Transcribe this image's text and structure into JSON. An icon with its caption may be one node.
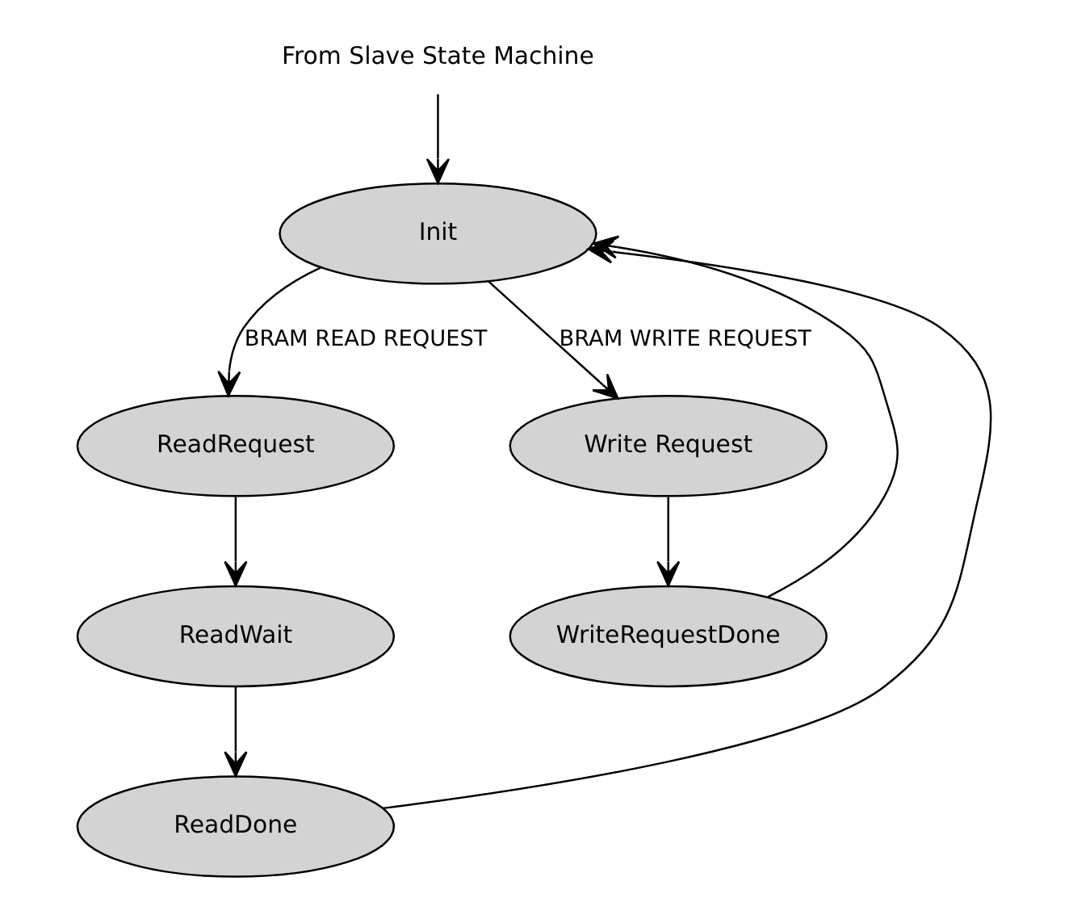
{
  "diagram": {
    "nodes": [
      {
        "text": [
          "From Slave State Machine"
        ]
      },
      {
        "text": [
          "Init"
        ]
      },
      {
        "text": [
          "ReadRequest"
        ]
      },
      {
        "text": [
          "Write Request"
        ]
      },
      {
        "text": [
          "ReadWait"
        ]
      },
      {
        "text": [
          "WriteRequestDone"
        ]
      },
      {
        "text": [
          "ReadDone"
        ]
      }
    ],
    "edges": [
      {
        "from": 0,
        "to": 1,
        "arrow": "to"
      },
      {
        "from": 1,
        "to": 2,
        "arrow": "to",
        "label": "BRAM READ REQUEST"
      },
      {
        "from": 1,
        "to": 3,
        "arrow": "to",
        "label": "BRAM WRITE REQUEST"
      },
      {
        "from": 2,
        "to": 4,
        "arrow": "to"
      },
      {
        "from": 4,
        "to": 6,
        "arrow": "to"
      },
      {
        "from": 6,
        "to": 1,
        "arrow": "to"
      },
      {
        "from": 3,
        "to": 5,
        "arrow": "to"
      },
      {
        "from": 5,
        "to": 1,
        "arrow": "to"
      }
    ]
  }
}
